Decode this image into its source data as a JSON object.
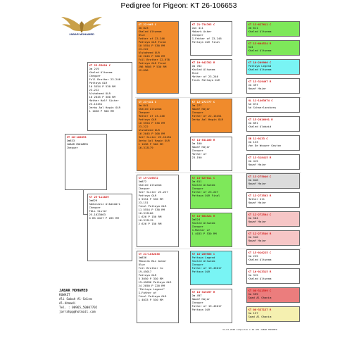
{
  "title": "Pedigree for Pigeon: KT  26-106653",
  "logo_text": "JABAR MOHAMED",
  "pigeons": {
    "subject": {
      "ring": "KT  26-106653",
      "lines": [
        "Dm633",
        "JABAR MOHAMED",
        "Chequer"
      ]
    },
    "sire": {
      "ring": "KT  25-55019 C",
      "lines": [
        "Dm 219",
        "Khaled Altweam",
        "Chequer",
        "Full Brother 23-246",
        "Pattaya OLR",
        "10  5554 P 530 RM",
        "23-222",
        "Alshaheed OLR",
        "16  2045 P 300 RM",
        "Mother Half Sister",
        "23-15451",
        "Derby Aal Hagin OLR",
        "1   1038 P 500 RM"
      ]
    },
    "dam": {
      "ring": "KT  25-111629",
      "lines": [
        "Dm629",
        "Abdulaziz Alkandari",
        "Chequer",
        "FULL Sister",
        "25-1023063",
        "6 BS 0427 P 265 RM"
      ]
    },
    "ss": {
      "ring": "KT  22-065 C",
      "lines": [
        "Dm 823",
        "Khaled Altweam",
        "Blue",
        "Father of 23-246",
        "Pattaya OLR Final",
        "10  5554 P 530 RM",
        "23-222",
        "Alshaheed OLR",
        "16  2045 P 300 RM",
        "Full Brother 22-978",
        "Pattaya OLR Final",
        "296  9605 P 530 RM",
        "22-696"
      ]
    },
    "sd": {
      "ring": "KT  23-441 C",
      "lines": [
        "Dm 841",
        "Khaled Altweam",
        "Chequer",
        "Mother of 23-246",
        "Pattaya OLR",
        "10  5554 P 530 RM",
        "23-222",
        "Alshaheed OLR",
        "16  2045 P 300 RM",
        "Half Sister 23-15451",
        "Derby Aal Hagin OLR",
        "1   1038 P 500 RM",
        "16-313179"
      ]
    },
    "ds": {
      "ring": "KT  19-249872",
      "lines": [
        "Dm872",
        "Khaled Altweam",
        "Chequer",
        "Half Sister 23-227",
        "Pattaya OLR",
        "6  5554 P 530 RM",
        "23-151",
        "Final Pattaya OLR",
        "11  5554 P 530 RM",
        "16-313100",
        "1   626  P 150 RM",
        "16-313119",
        "2   626  P 150 RM"
      ]
    },
    "dd": {
      "ring": "KT  21-1032836",
      "lines": [
        "Dm836",
        "Mhbarak Bin Askar",
        "Blue",
        "Full Brother to",
        "19-45017",
        "Pattaya OLR",
        "3   3050 P 330 RM",
        "19-45096 Pattaya OLR",
        "24  2050 P 220 RM",
        "\"Pattaya Legend\"",
        "G.Father of",
        "Final Pattaya OLR",
        "1   4033 P 530 RM"
      ]
    },
    "sss": {
      "ring": "KT  21-734765 C",
      "lines": [
        "Dun 411",
        "Mobark Asker",
        "Chequer",
        "G.Father of 23-246",
        "Pattaya OLR Final"
      ]
    },
    "ssd": {
      "ring": "KT  19-942782 R",
      "lines": [
        "Dm 782",
        "Khaled Altweam",
        "Blue",
        "Mother of 23-246",
        "Final Pattaya OLR"
      ]
    },
    "sds": {
      "ring": "KT  12-272777 C",
      "lines": [
        "Dm 277",
        "Nawaf Hajar",
        "Chequer",
        "Father of 22-15451",
        "Derby Aal Hagin OLR"
      ]
    },
    "sdd": {
      "ring": "KT  13-831100 R",
      "lines": [
        "Dm 100",
        "Nawaf Hajar",
        "Chequer",
        "Mother of",
        "23-190"
      ]
    },
    "dss": {
      "ring": "KT  13-627611 C",
      "lines": [
        "Dm 611",
        "Khaled Altweam",
        "Chequer",
        "Father of 23-227",
        "Pattaya OLR Final"
      ]
    },
    "dsd": {
      "ring": "KT  13-664524 R",
      "lines": [
        "Dm524",
        "Khaled Altweam",
        "Chequer",
        "G.Mother of",
        "1   4033 P 530 RM"
      ]
    },
    "dds": {
      "ring": "KT  18-209966 C",
      "lines": [
        "Pattaya Legend",
        "Khaled Altweam",
        "Chequer",
        "Father of 19-45017",
        "Pattaya OLR"
      ]
    },
    "ddd": {
      "ring": "KT  13-319497 R",
      "lines": [
        "Dm 497",
        "Nawaf Hajar",
        "Chequer",
        "Father of 19-45017",
        "Pattaya OLR"
      ]
    }
  },
  "fourth_gen": [
    {
      "ring": "KT  13-627611 C",
      "lines": [
        "Dm 611",
        "Khaled Altweam"
      ]
    },
    {
      "ring": "KT  13-664524 R",
      "lines": [
        "524",
        "Khaled Altweam"
      ]
    },
    {
      "ring": "KT  18-209966 C",
      "lines": [
        "Pattaya Legend",
        "Khaled Altweam"
      ]
    },
    {
      "ring": "KT  13-319497 R",
      "lines": [
        "Dm 497",
        "Nawaf Hajar"
      ]
    },
    {
      "ring": "NL  11-1463074 C",
      "lines": [
        "Ad 074",
        "Ad Schaerlaeckens"
      ]
    },
    {
      "ring": "KT  15-2016891 R",
      "lines": [
        "Dm 891",
        "Khaled Alobaid"
      ]
    },
    {
      "ring": "GB  11-0133 C",
      "lines": [
        "Dm 133",
        "Van De Wouwer Gaston"
      ]
    },
    {
      "ring": "KT  13-318415 R",
      "lines": [
        "Dm 415",
        "Nawaf Hajar"
      ]
    },
    {
      "ring": "KT  13-275046 C",
      "lines": [
        "Dm 046",
        "Nawaf Hajar"
      ]
    },
    {
      "ring": "KT  13-273503 R",
      "lines": [
        "Mother 411",
        "Nawaf Hajar"
      ]
    },
    {
      "ring": "KT  12-272504 C",
      "lines": [
        "Dm 504",
        "Nawaf Hajar"
      ]
    },
    {
      "ring": "KT  12-273540 R",
      "lines": [
        "Dm 540",
        "Nawaf Hajar"
      ]
    },
    {
      "ring": "KT  15-016225 C",
      "lines": [
        "Dm 225",
        "Khaled Altweam"
      ]
    },
    {
      "ring": "KT  16-013315 R",
      "lines": [
        "Dm 315",
        "Khaled Altweam"
      ]
    },
    {
      "ring": "KT  08-311599 C",
      "lines": [
        "Dm 599",
        "Saad Al Ghanim"
      ]
    },
    {
      "ring": "KT  08-337137 R",
      "lines": [
        "Dm 137",
        "Saad Al Ghanim"
      ]
    }
  ],
  "breeder": {
    "name": "JABAR MOHAMED",
    "lines": [
      "KUWAIT",
      "Ali Sabah Al-Salem",
      "Al-Ahmadi",
      "Tel. : 00965_50007702",
      "jarrahpg@hotmail.com"
    ]
  },
  "footer": "31-03-2028   Compuclub ® 29.451   JABAR MOHAMED",
  "colors": {
    "orange": "#f08b2c",
    "green": "#7ee85a",
    "cyan": "#79f4f4",
    "pink": "#f6c6c6",
    "gray": "#dcdcdc",
    "yellow": "#f5f0b0",
    "salmon": "#eb7d7d",
    "ring_red": "#d11414"
  }
}
